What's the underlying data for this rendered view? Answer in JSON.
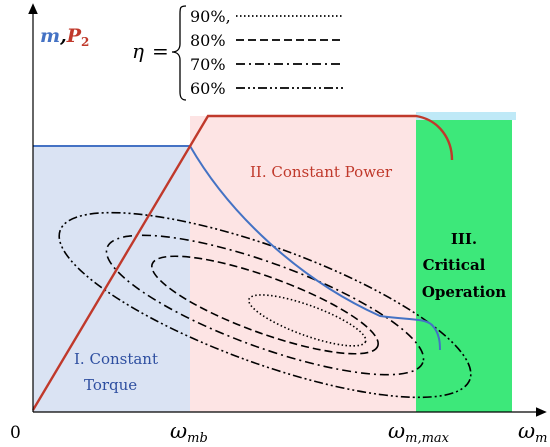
{
  "axis": {
    "y_label_m": "m",
    "y_label_comma": ",",
    "y_label_p": "P",
    "y_label_p_sub": "2",
    "x_label": "ω",
    "x_label_sub": "m",
    "origin": "0",
    "tick_base_symbol": "ω",
    "tick_base_sub": "mb",
    "tick_max_symbol": "ω",
    "tick_max_sub": "m,max"
  },
  "regions": {
    "constant_torque_line1": "I. Constant",
    "constant_torque_line2": "Torque",
    "constant_power": "II. Constant Power",
    "critical_line1": "III.",
    "critical_line2": "Critical",
    "critical_line3": "Operation"
  },
  "legend": {
    "eta_symbol": "η",
    "equals": "=",
    "entries": [
      {
        "label": "90%,",
        "style": "dotted"
      },
      {
        "label": "80%",
        "style": "dashed"
      },
      {
        "label": "70%",
        "style": "dash-dot"
      },
      {
        "label": "60%",
        "style": "dash-dot-dot"
      }
    ]
  },
  "colors": {
    "torque_curve": "#4472c4",
    "power_curve": "#c0392b",
    "zone_constant_torque": "#dae3f3",
    "zone_constant_power": "#fde4e4",
    "zone_critical": "#3de87a",
    "region_text_blue": "#2e4fa0",
    "region_text_red": "#c0392b",
    "axis": "#000000"
  }
}
